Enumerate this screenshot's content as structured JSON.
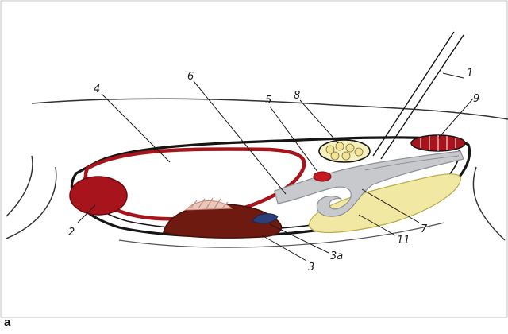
{
  "figure": {
    "panel_letter": "a",
    "labels": {
      "l1": "1",
      "l2": "2",
      "l3": "3",
      "l3a": "3a",
      "l4": "4",
      "l5": "5",
      "l6": "6",
      "l7": "7",
      "l8": "8",
      "l9": "9",
      "l11": "11"
    }
  },
  "colors": {
    "outline": "#151515",
    "red_organ": "#a8141c",
    "dark_organ": "#6e1a10",
    "hatch": "#c98a7a",
    "grey_tube": "#c7c9cc",
    "yellow_organ": "#f1e9a3",
    "pale_yellow": "#f6efbf",
    "blue_spot": "#2b3f7a",
    "frame_border": "#b9b9b9"
  }
}
